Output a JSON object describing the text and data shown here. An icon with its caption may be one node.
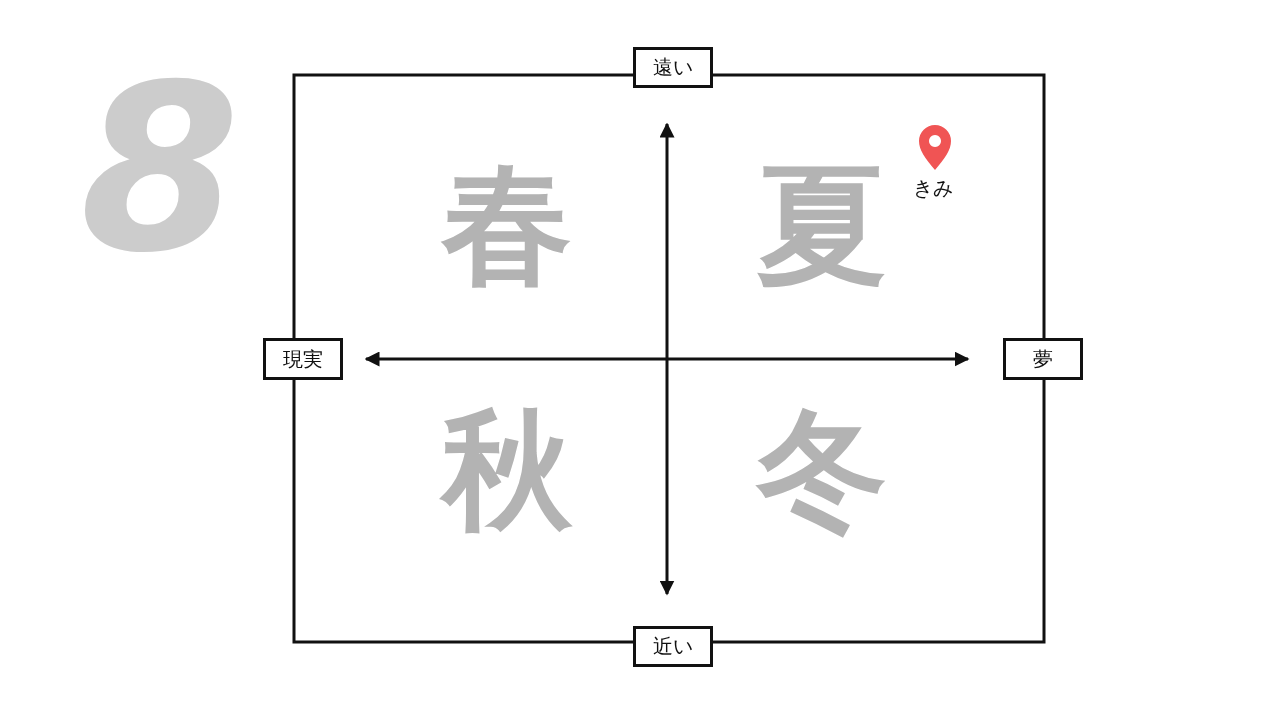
{
  "diagram": {
    "nodes": [
      {
        "text": [
          "遠い"
        ]
      },
      {
        "text": [
          "現実"
        ]
      },
      {
        "text": [
          "夢"
        ]
      },
      {
        "text": [
          "近い"
        ]
      }
    ],
    "labels": [
      "8",
      "春",
      "夏",
      "きみ",
      "秋",
      "冬"
    ]
  }
}
